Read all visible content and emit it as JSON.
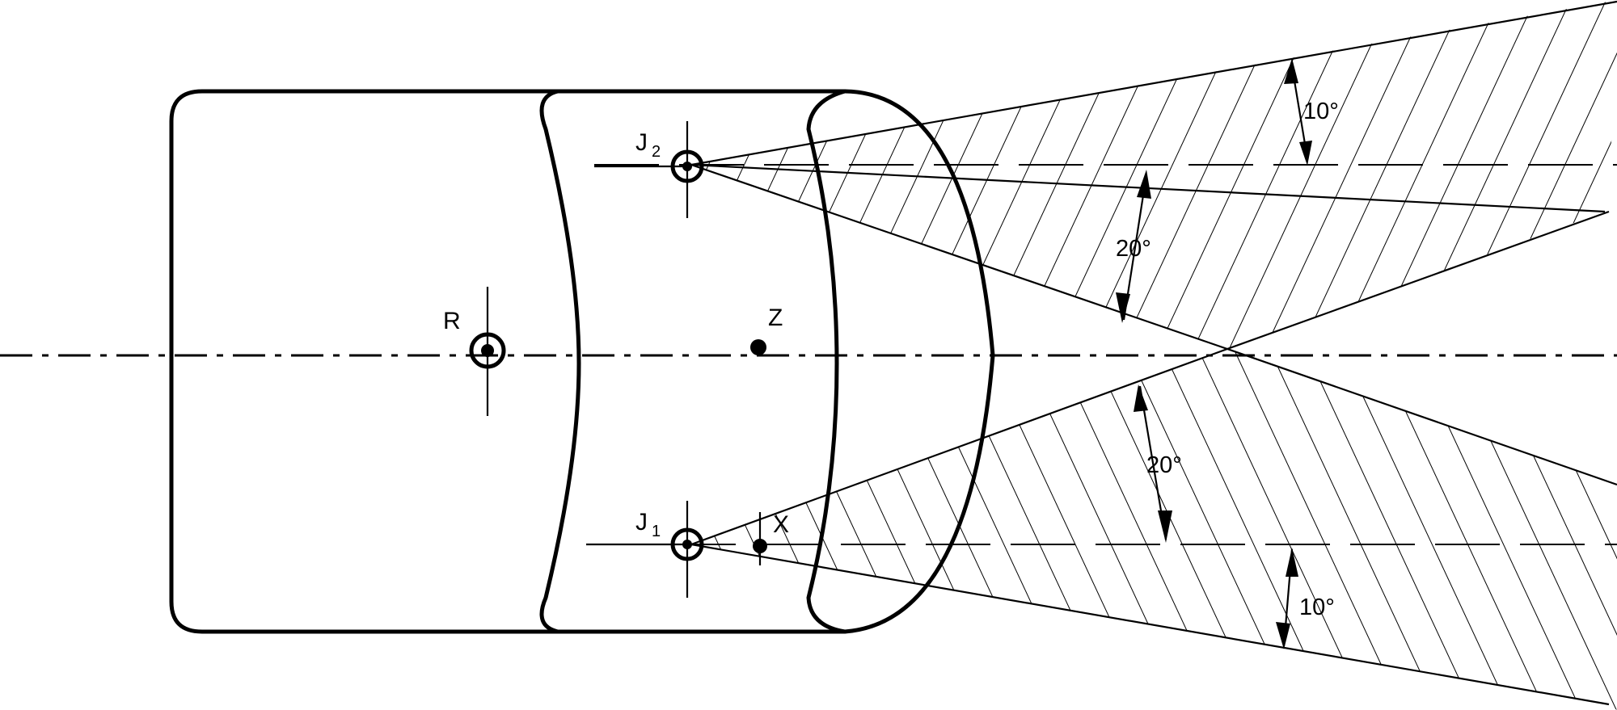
{
  "points": {
    "R": {
      "label": "R"
    },
    "Z": {
      "label": "Z"
    },
    "J2": {
      "label": "J",
      "sub": "2"
    },
    "J1": {
      "label": "J",
      "sub": "1"
    },
    "X": {
      "label": "X"
    }
  },
  "angles": {
    "upper_outer": "10°",
    "upper_inner": "20°",
    "lower_inner": "20°",
    "lower_outer": "10°"
  }
}
